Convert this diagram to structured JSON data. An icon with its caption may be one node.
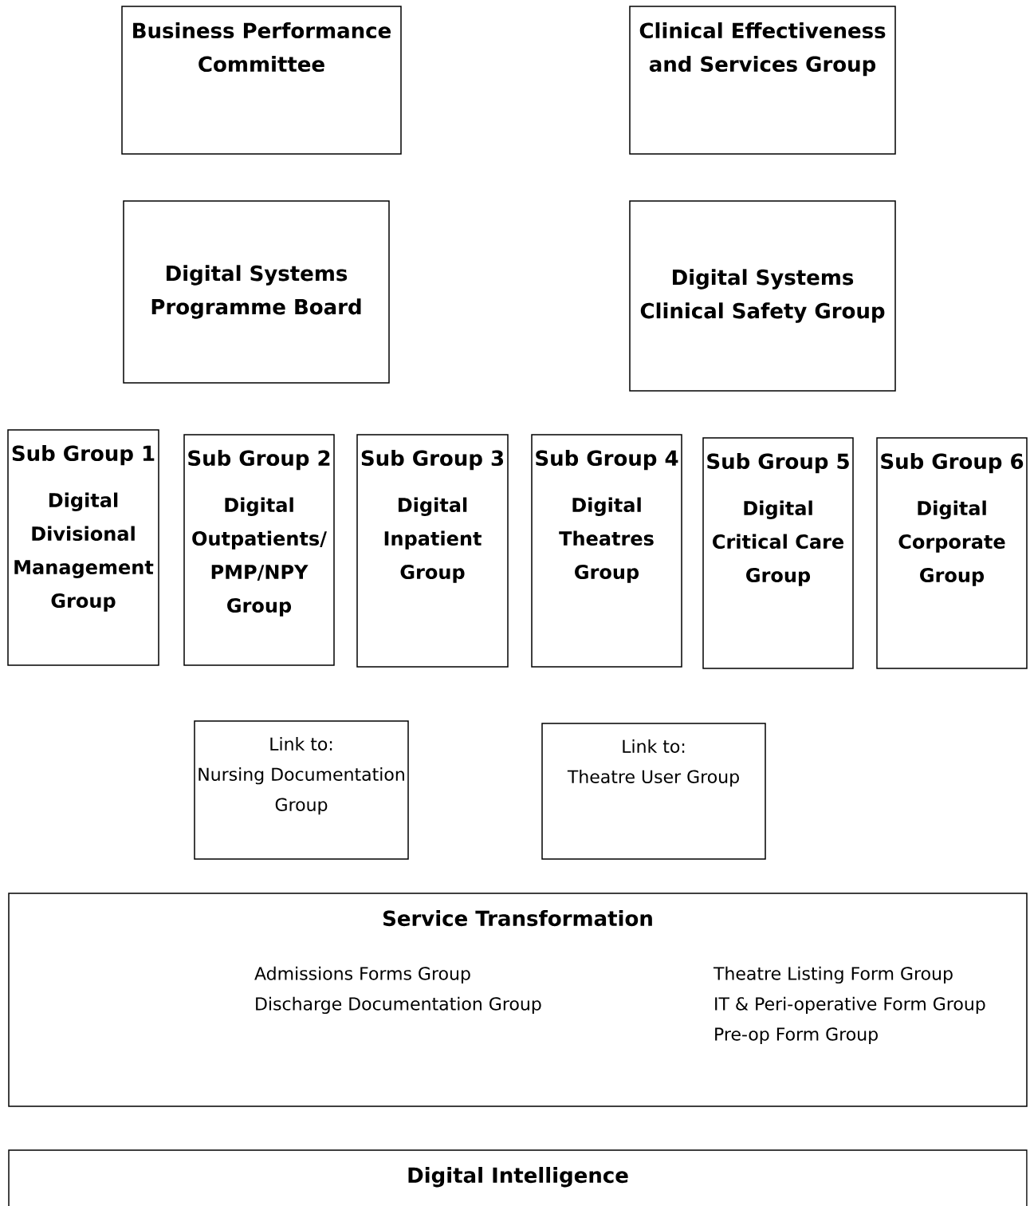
{
  "diagram": {
    "nodes": [
      {
        "text": [
          "Business Performance Committee"
        ]
      },
      {
        "text": [
          "Clinical Effectiveness and Services Group"
        ]
      },
      {
        "text": [
          "Digital Systems Programme Board"
        ]
      },
      {
        "text": [
          "Digital Systems Clinical Safety Group"
        ]
      },
      {
        "text": [
          "Sub Group 1",
          "Digital Divisional Management Group"
        ]
      },
      {
        "text": [
          "Sub Group 2",
          "Digital Outpatients/PMP/NPY Group"
        ]
      },
      {
        "text": [
          "Sub Group 3",
          "Digital Inpatient Group"
        ]
      },
      {
        "text": [
          "Sub Group 4",
          "Digital Theatres Group"
        ]
      },
      {
        "text": [
          "Sub Group 5",
          "Digital Critical Care Group"
        ]
      },
      {
        "text": [
          "Sub Group 6",
          "Digital Corporate Group"
        ]
      },
      {
        "text": [
          "Link to:",
          "Nursing Documentation Group"
        ]
      },
      {
        "text": [
          "Link to:",
          "Theatre User Group"
        ]
      },
      {
        "text": [
          "Service Transformation",
          "Admissions Forms Group",
          "Discharge Documentation Group",
          "Theatre Listing Form Group",
          "IT & Peri-operative Form Group",
          "Pre-op Form Group"
        ]
      },
      {
        "text": [
          "Digital Intelligence"
        ]
      }
    ]
  }
}
